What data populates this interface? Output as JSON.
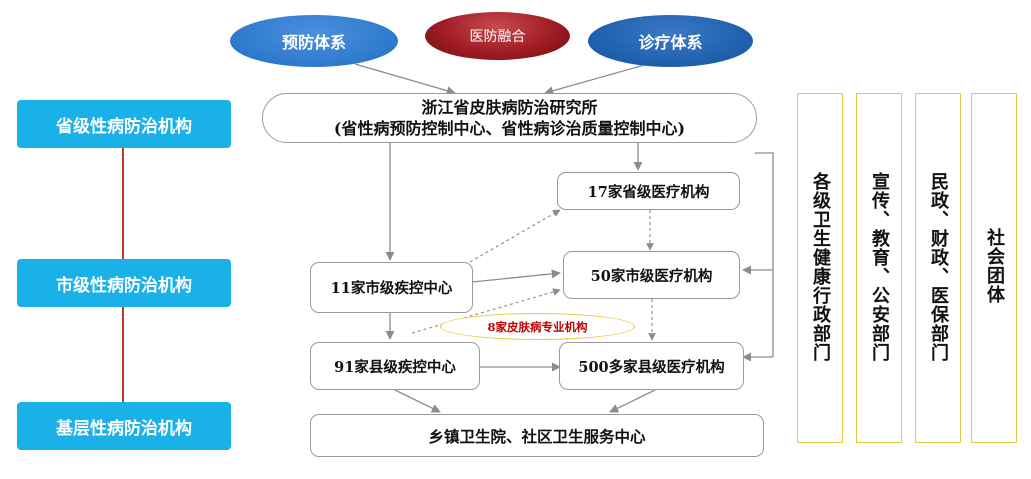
{
  "colors": {
    "level_blue": "#1ab0e8",
    "ellipse_blue": "#2e79cc",
    "ellipse_dark": "#1d5fab",
    "ellipse_red": "#a01c24",
    "line_red": "#c0392b",
    "vert_border": "#e8c840",
    "oval_text": "#c00000",
    "oval_border": "#e8c840"
  },
  "systems": {
    "prevention": "预防体系",
    "fusion": "医防融合",
    "treatment": "诊疗体系"
  },
  "levels": {
    "provincial": "省级性病防治机构",
    "city": "市级性病防治机构",
    "grassroots": "基层性病防治机构"
  },
  "institute": {
    "line1": "浙江省皮肤病防治研究所",
    "line2": "(省性病预防控制中心、省性病诊治质量控制中心)"
  },
  "nodes": {
    "prov_hospitals": "17家省级医疗机构",
    "city_cdc": "11家市级疾控中心",
    "city_hospitals": "50家市级医疗机构",
    "derm_special": "8家皮肤病专业机构",
    "county_cdc": "91家县级疾控中心",
    "county_hospitals": "500多家县级医疗机构",
    "township": "乡镇卫生院、社区卫生服务中心"
  },
  "departments": {
    "health": "各级卫生健康行政部门",
    "publicity": "宣传、教育、公安部门",
    "civil": "民政、财政、医保部门",
    "social": "社会团体"
  }
}
